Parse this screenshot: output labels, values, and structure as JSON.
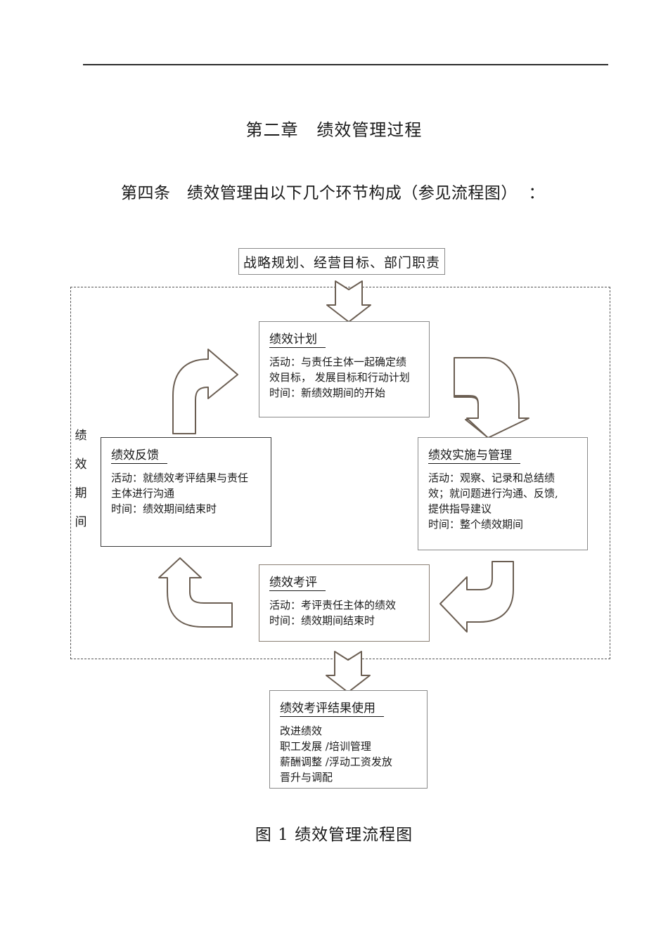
{
  "document": {
    "chapter_title": "第二章   绩效管理过程",
    "article_line": "第四条   绩效管理由以下几个环节构成（参见流程图）  ：",
    "figure_caption": "图 1 绩效管理流程图"
  },
  "flowchart": {
    "input_box_label": "战略规划、经营目标、部门职责",
    "period_label_chars": [
      "绩",
      "效",
      "期",
      "间"
    ],
    "nodes": {
      "plan": {
        "title": "绩效计划",
        "lines": [
          "活动：与责任主体一起确定绩",
          "效目标， 发展目标和行动计划",
          "时间：新绩效期间的开始"
        ]
      },
      "execute": {
        "title": "绩效实施与管理",
        "lines": [
          "活动：观察、记录和总结绩",
          "效；就问题进行沟通、反馈,",
          "提供指导建议",
          "时间：整个绩效期间"
        ]
      },
      "appraise": {
        "title": "绩效考评",
        "lines": [
          "活动：考评责任主体的绩效",
          "时间：绩效期间结束时"
        ]
      },
      "feedback": {
        "title": "绩效反馈",
        "lines": [
          "活动：就绩效考评结果与责任",
          "主体进行沟通",
          "时间：绩效期间结束时"
        ]
      },
      "results": {
        "title": "绩效考评结果使用",
        "lines": [
          "改进绩效",
          "职工发展 /培训管理",
          "薪酬调整 /浮动工资发放",
          "晋升与调配"
        ]
      }
    },
    "colors": {
      "arrow_stroke": "#6b5e52",
      "box_border": "#8a8a8a",
      "dashed_border": "#555555",
      "text": "#1a1a1a"
    }
  }
}
